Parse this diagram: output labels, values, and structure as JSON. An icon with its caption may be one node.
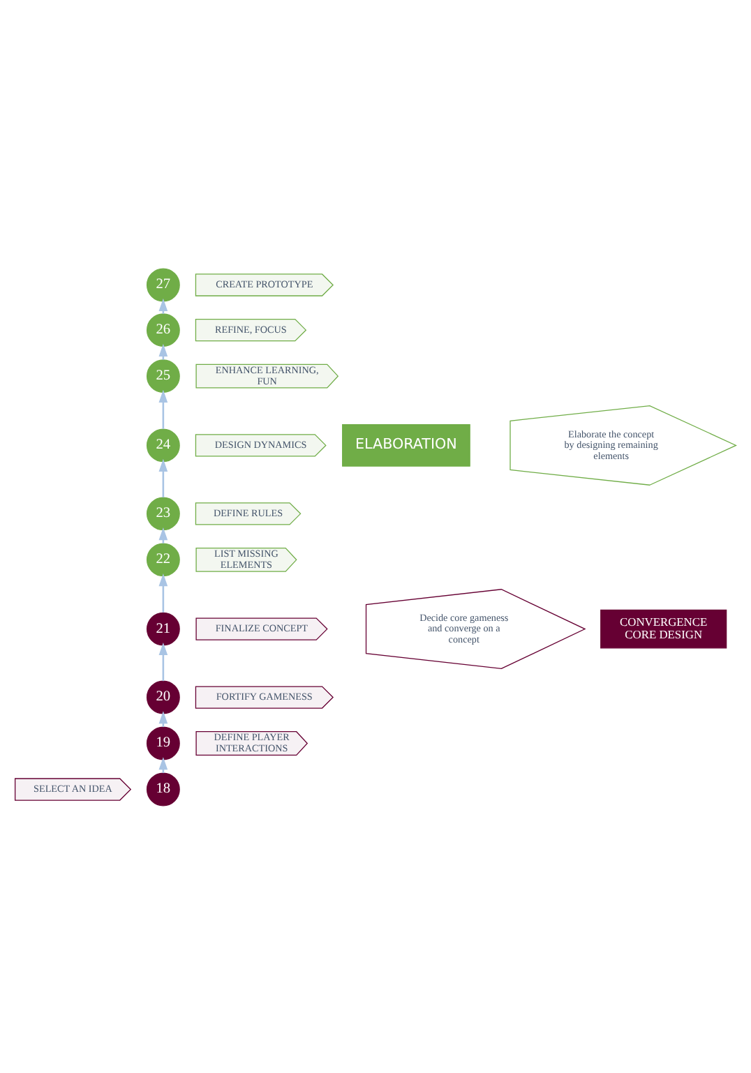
{
  "diagram": {
    "nodes": [
      {
        "text": [
          "CREATE PROTOTYPE"
        ]
      },
      {
        "text": [
          "27"
        ]
      },
      {
        "text": [
          "REFINE, FOCUS"
        ]
      },
      {
        "text": [
          "26"
        ]
      },
      {
        "text": [
          "ELABORATION"
        ]
      },
      {
        "text": [
          "Elaborate the concept by designing remaining elements"
        ]
      },
      {
        "text": [
          "ENHANCE LEARNING, FUN"
        ]
      },
      {
        "text": [
          "25"
        ]
      },
      {
        "text": [
          "DESIGN DYNAMICS"
        ]
      },
      {
        "text": [
          "24"
        ]
      },
      {
        "text": [
          "DEFINE RULES"
        ]
      },
      {
        "text": [
          "23"
        ]
      },
      {
        "text": [
          "Decide core gameness and converge on a concept"
        ]
      },
      {
        "text": [
          "22"
        ]
      },
      {
        "text": [
          "LIST MISSING ELEMENTS"
        ]
      },
      {
        "text": [
          "CONVERGENCE",
          "CORE DESIGN"
        ]
      },
      {
        "text": [
          "21"
        ]
      },
      {
        "text": [
          "20"
        ]
      },
      {
        "text": [
          "FINALIZE CONCEPT"
        ]
      },
      {
        "text": [
          "19"
        ]
      },
      {
        "text": [
          "18"
        ]
      },
      {
        "text": [
          "FORTIFY GAMENESS"
        ]
      },
      {
        "text": [
          "DEFINE PLAYER INTERACTIONS"
        ]
      },
      {
        "text": [
          "SELECT AN IDEA"
        ]
      }
    ],
    "edges": [
      {
        "from": 20,
        "to": 19,
        "arrow": "to"
      },
      {
        "from": 19,
        "to": 17,
        "arrow": "to"
      },
      {
        "from": 17,
        "to": 16,
        "arrow": "to"
      },
      {
        "from": 16,
        "to": 13,
        "arrow": "to"
      },
      {
        "from": 13,
        "to": 11,
        "arrow": "to"
      },
      {
        "from": 11,
        "to": 9,
        "arrow": "to"
      },
      {
        "from": 9,
        "to": 7,
        "arrow": "to"
      },
      {
        "from": 7,
        "to": 3,
        "arrow": "to"
      },
      {
        "from": 3,
        "to": 1,
        "arrow": "to"
      }
    ]
  }
}
